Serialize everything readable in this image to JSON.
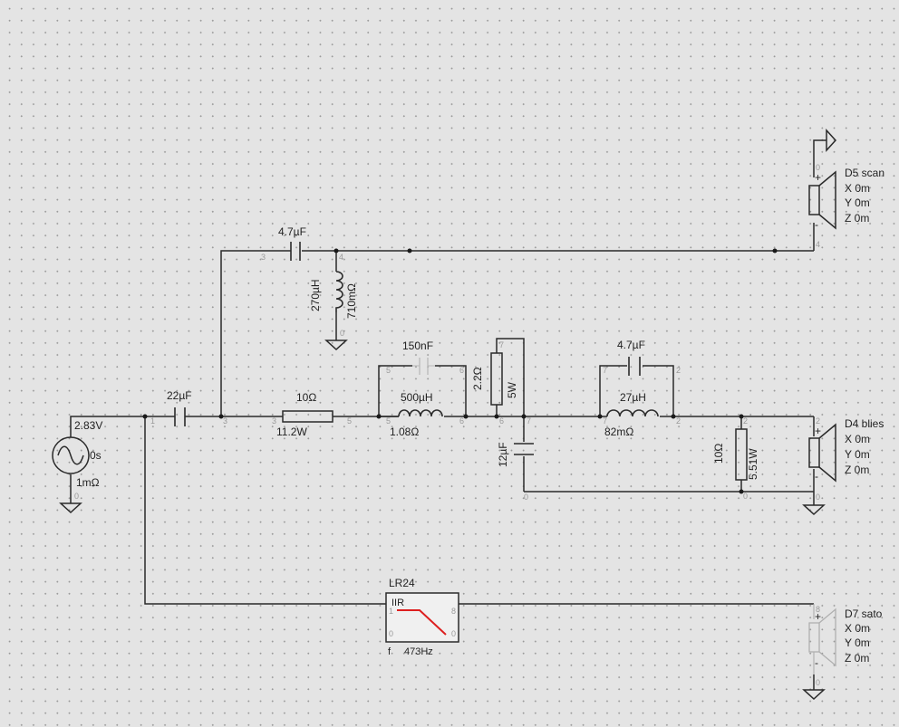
{
  "source": {
    "voltage": "2.83V",
    "delay": "0s",
    "resistance": "1mΩ"
  },
  "c_input": {
    "value": "22µF"
  },
  "c_tweeter": {
    "value": "4.7µF"
  },
  "l_tweeter_shunt": {
    "value": "270µH",
    "resistance": "710mΩ"
  },
  "r_series": {
    "value": "10Ω",
    "power": "11.2W"
  },
  "c_notch": {
    "value": "150nF"
  },
  "l_notch": {
    "value": "500µH",
    "resistance": "1.08Ω"
  },
  "r_22": {
    "value": "2.2Ω",
    "power": "5W"
  },
  "c_12": {
    "value": "12µF"
  },
  "c_47b": {
    "value": "4.7µF"
  },
  "l_27": {
    "value": "27µH",
    "resistance": "82mΩ"
  },
  "r_load": {
    "value": "10Ω",
    "power": "5.51W"
  },
  "filter": {
    "name": "LR24",
    "type": "IIR",
    "freq_label": "f",
    "freq": "473Hz"
  },
  "drivers": [
    {
      "name": "D5 scan",
      "color": "#d63ca8",
      "x": "X 0m",
      "y": "Y 0m",
      "z": "Z 0m"
    },
    {
      "name": "D4 blies",
      "color": "#2ca02c",
      "x": "X 0m",
      "y": "Y 0m",
      "z": "Z 0m"
    },
    {
      "name": "D7 sato",
      "color": "#2f4fd6",
      "x": "X 0m",
      "y": "Y 0m",
      "z": "Z 0m"
    }
  ],
  "pins": {
    "p0": "0",
    "p1": "1",
    "p2": "2",
    "p3": "3",
    "p4": "4",
    "p5": "5",
    "p6": "6",
    "p7": "7",
    "p8": "8",
    "plus": "+",
    "minus": "-"
  }
}
